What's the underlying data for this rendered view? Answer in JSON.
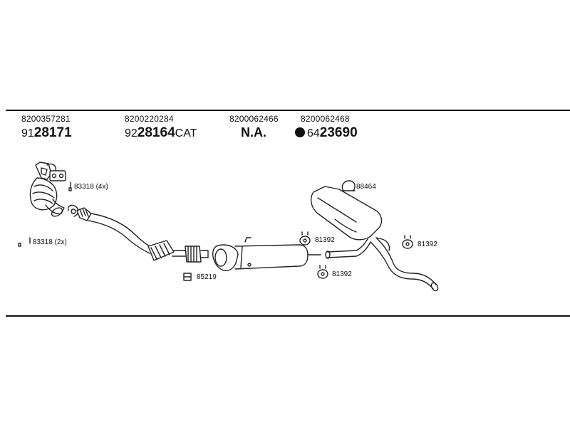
{
  "parts": [
    {
      "oe": "8200357281",
      "prefix": "91",
      "main": "28171",
      "suffix": ""
    },
    {
      "oe": "8200220284",
      "prefix": "92",
      "main": "28164",
      "suffix": "CAT"
    },
    {
      "oe": "8200062466",
      "prefix": "",
      "main": "N.A.",
      "suffix": ""
    },
    {
      "oe": "8200062468",
      "prefix": "64",
      "main": "23690",
      "suffix": ""
    }
  ],
  "fittings": {
    "clamp_4x": "83318 (4x)",
    "clamp_2x": "83318 (2x)",
    "ring_88464": "88464",
    "hanger_81392_a": "81392",
    "hanger_81392_b": "81392",
    "hanger_81392_c": "81392",
    "clamp_85219": "85219"
  }
}
